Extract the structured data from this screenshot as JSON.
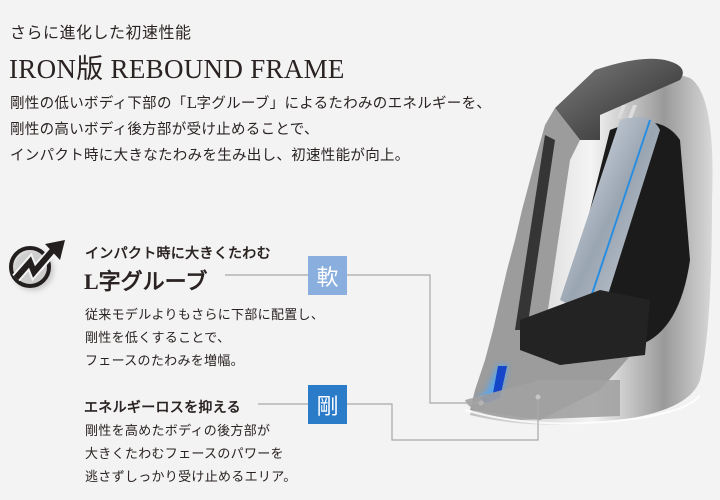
{
  "header": {
    "subtitle": "さらに進化した初速性能",
    "title": "IRON版 REBOUND FRAME",
    "intro_lines": [
      "剛性の低いボディ下部の「L字グルーブ」によるたわみのエネルギーを、",
      "剛性の高いボディ後方部が受け止めることで、",
      "インパクト時に大きなたわみを生み出し、初速性能が向上。"
    ]
  },
  "feature_soft": {
    "icon": "impact-arrow-icon",
    "lead": "インパクト時に大きくたわむ",
    "heading": "L字グルーブ",
    "tag": "軟",
    "tag_color": "#8aaedd",
    "body_lines": [
      "従来モデルよりもさらに下部に配置し、",
      "剛性を低くすることで、",
      "フェースのたわみを増幅。"
    ]
  },
  "feature_hard": {
    "heading": "エネルギーロスを抑える",
    "tag": "剛",
    "tag_color": "#2a7bc8",
    "body_lines": [
      "剛性を高めたボディの後方部が",
      "大きくたわむフェースのパワーを",
      "逃さずしっかり受け止めるエリア。"
    ]
  },
  "colors": {
    "background": "#f3f3f3",
    "text": "#2a2322",
    "groove_blue": "#1545c8",
    "connector_line": "#a8a8a8"
  }
}
